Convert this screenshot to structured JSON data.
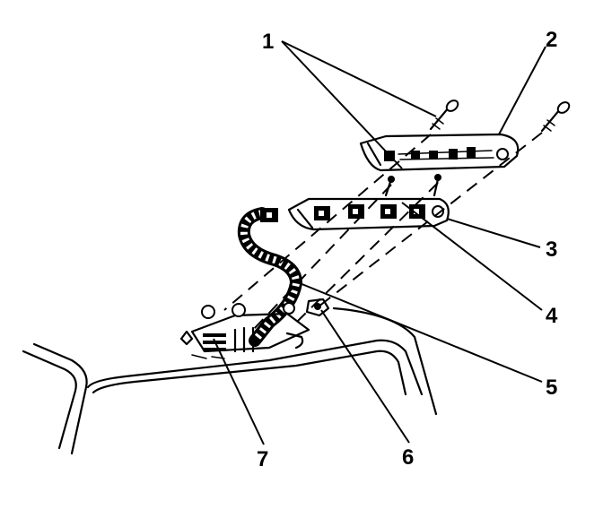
{
  "diagram": {
    "callouts": [
      {
        "id": "1",
        "label": "1"
      },
      {
        "id": "2",
        "label": "2"
      },
      {
        "id": "3",
        "label": "3"
      },
      {
        "id": "4",
        "label": "4"
      },
      {
        "id": "5",
        "label": "5"
      },
      {
        "id": "6",
        "label": "6"
      },
      {
        "id": "7",
        "label": "7"
      }
    ]
  },
  "colors": {
    "ink": "#000000",
    "paper": "#ffffff"
  }
}
